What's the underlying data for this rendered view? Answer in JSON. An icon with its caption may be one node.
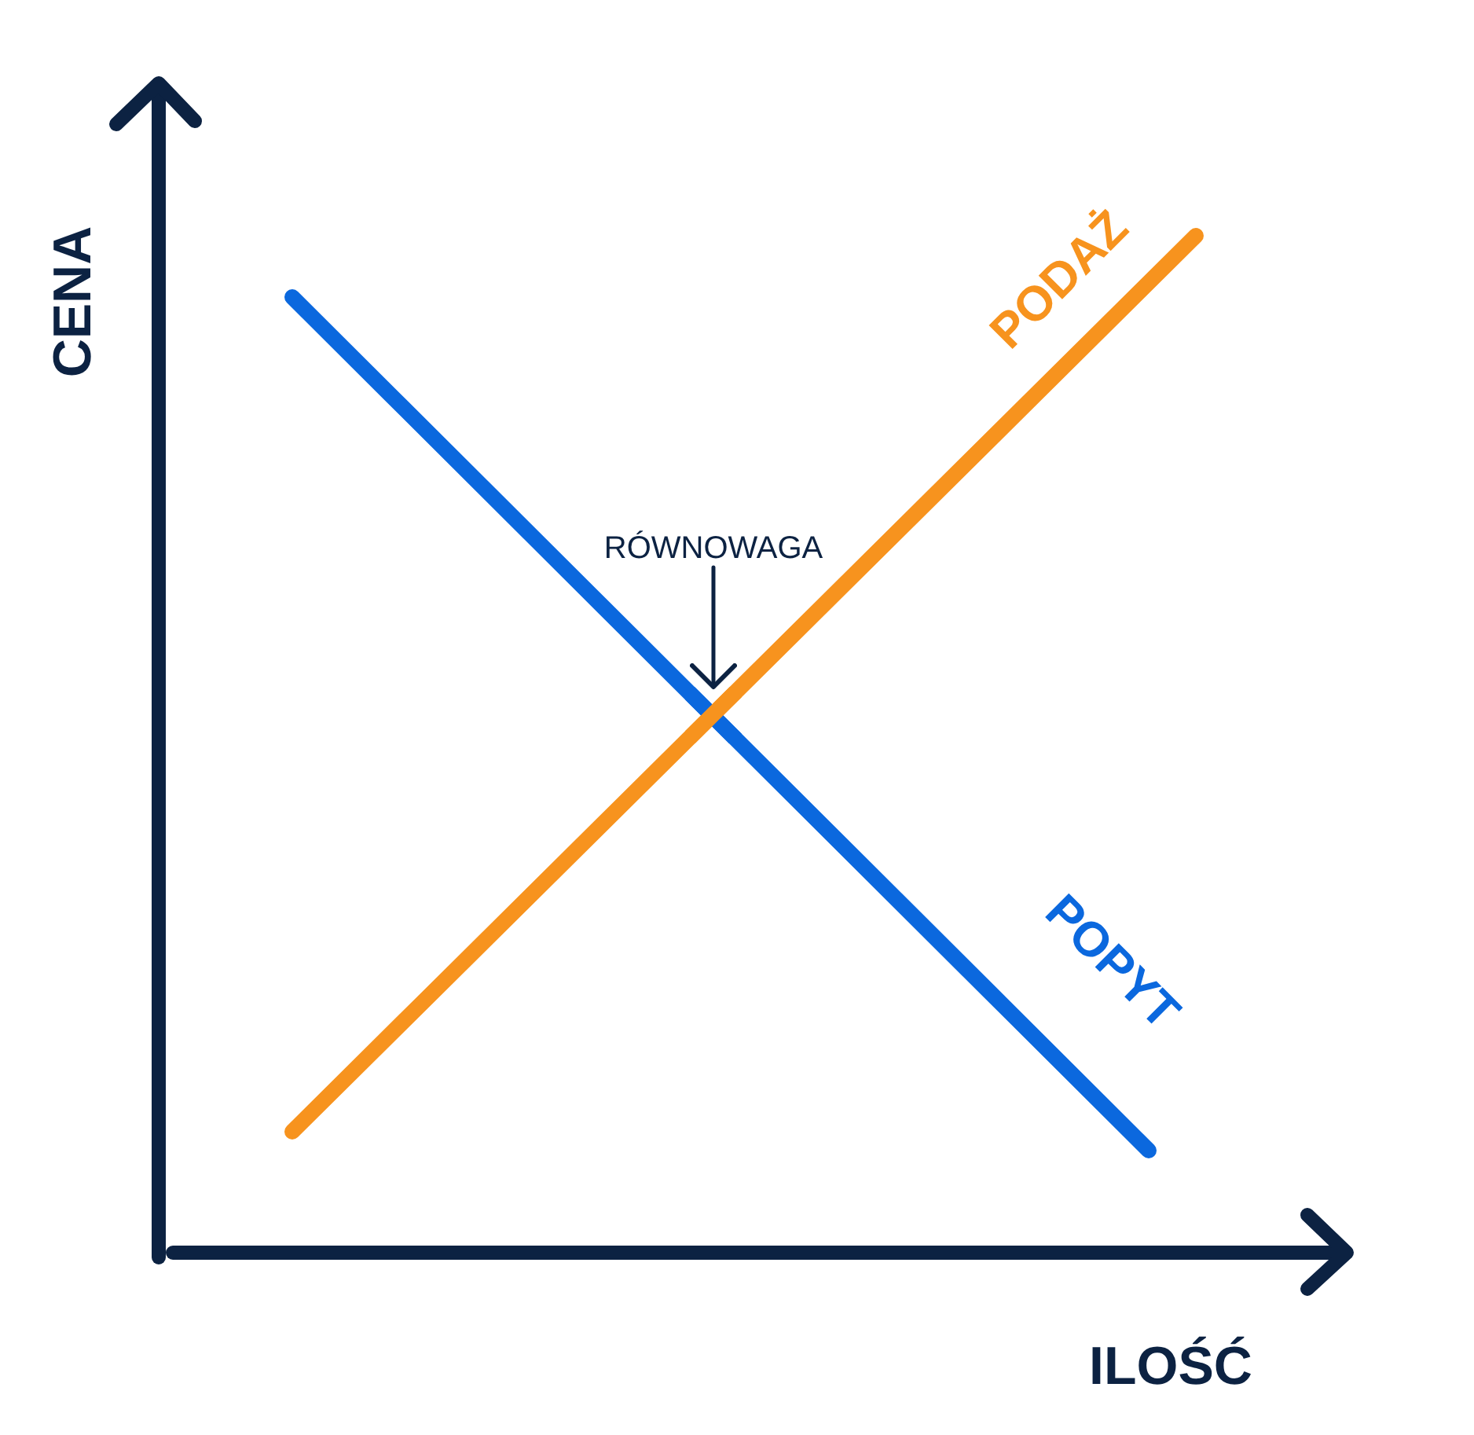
{
  "diagram": {
    "nodes": [
      {
        "text": [
          "RÓWNOWAGA"
        ]
      },
      {
        "text": [],
        "shape": "cross"
      }
    ],
    "edges": [
      {
        "from": 0,
        "to": 1,
        "arrow": "to"
      }
    ],
    "labels": [
      "CENA",
      "PODAŻ",
      "POPYT",
      "ILOŚĆ"
    ]
  }
}
